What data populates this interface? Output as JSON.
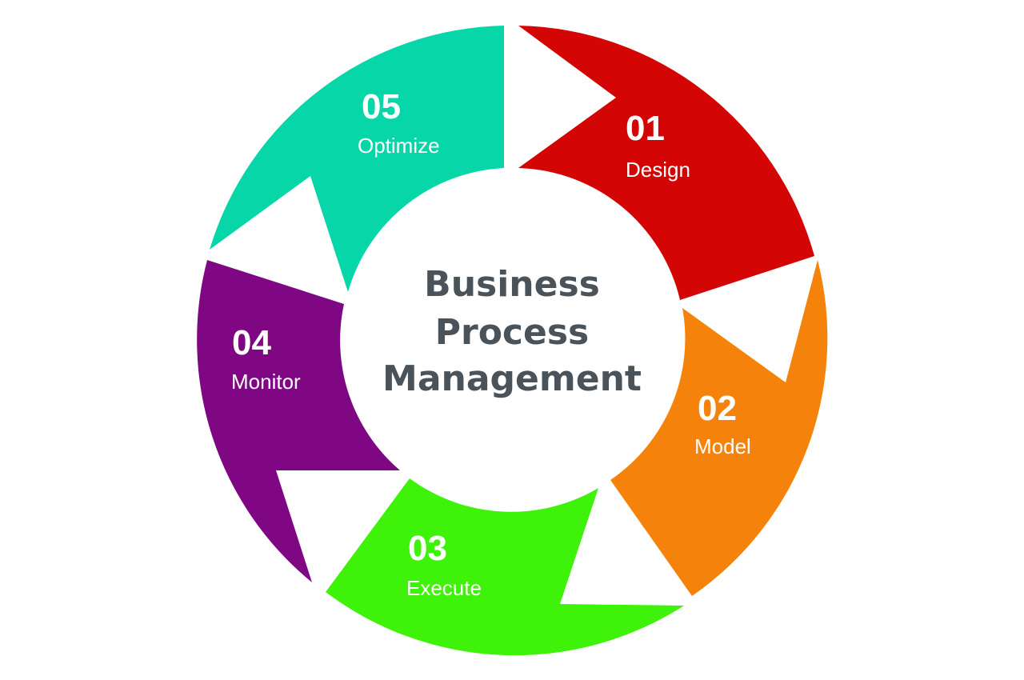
{
  "center": {
    "lines": [
      "Business",
      "Process",
      "Management"
    ],
    "color": "#4a5359"
  },
  "steps": [
    {
      "number": "01",
      "label": "Design",
      "color": "#d30505"
    },
    {
      "number": "02",
      "label": "Model",
      "color": "#f5820a"
    },
    {
      "number": "03",
      "label": "Execute",
      "color": "#3ff20a"
    },
    {
      "number": "04",
      "label": "Monitor",
      "color": "#800783"
    },
    {
      "number": "05",
      "label": "Optimize",
      "color": "#07d6a8"
    }
  ]
}
